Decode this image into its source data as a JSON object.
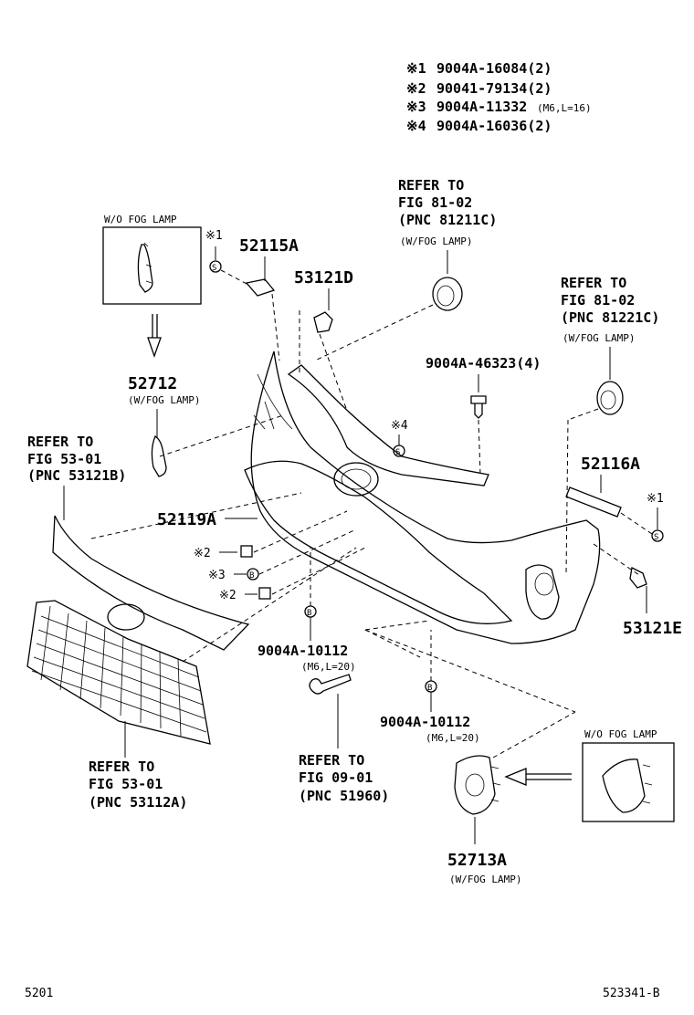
{
  "legend": [
    {
      "mark": "※1",
      "part": "9004A-16084(2)"
    },
    {
      "mark": "※2",
      "part": "90041-79134(2)"
    },
    {
      "mark": "※3",
      "part": "9004A-11332",
      "spec": "(M6,L=16)"
    },
    {
      "mark": "※4",
      "part": "9004A-16036(2)"
    }
  ],
  "labels": {
    "wo_fog_top": "W/O FOG LAMP",
    "ref_81211_l1": "REFER TO",
    "ref_81211_l2": "FIG 81-02",
    "ref_81211_l3": "(PNC 81211C)",
    "ref_81211_l4": "(W/FOG LAMP)",
    "p52115a": "52115A",
    "p53121d": "53121D",
    "mark1_top": "※1",
    "ref_81221_l1": "REFER TO",
    "ref_81221_l2": "FIG 81-02",
    "ref_81221_l3": "(PNC 81221C)",
    "ref_81221_l4": "(W/FOG LAMP)",
    "p9004a46323": "9004A-46323(4)",
    "p52712": "52712",
    "p52712_sub": "(W/FOG LAMP)",
    "mark4": "※4",
    "ref_53121b_l1": "REFER TO",
    "ref_53121b_l2": "FIG 53-01",
    "ref_53121b_l3": "(PNC 53121B)",
    "p52116a": "52116A",
    "mark1_right": "※1",
    "p52119a": "52119A",
    "mark2_a": "※2",
    "mark3": "※3",
    "mark2_b": "※2",
    "p53121e": "53121E",
    "p9004a10112_a": "9004A-10112",
    "p9004a10112_a_sub": "(M6,L=20)",
    "p9004a10112_b": "9004A-10112",
    "p9004a10112_b_sub": "(M6,L=20)",
    "wo_fog_bottom": "W/O FOG LAMP",
    "ref_53112a_l1": "REFER TO",
    "ref_53112a_l2": "FIG 53-01",
    "ref_53112a_l3": "(PNC 53112A)",
    "ref_51960_l1": "REFER TO",
    "ref_51960_l2": "FIG 09-01",
    "ref_51960_l3": "(PNC 51960)",
    "p52713a": "52713A",
    "p52713a_sub": "(W/FOG LAMP)",
    "footer_left": "5201",
    "footer_right": "523341-B"
  }
}
